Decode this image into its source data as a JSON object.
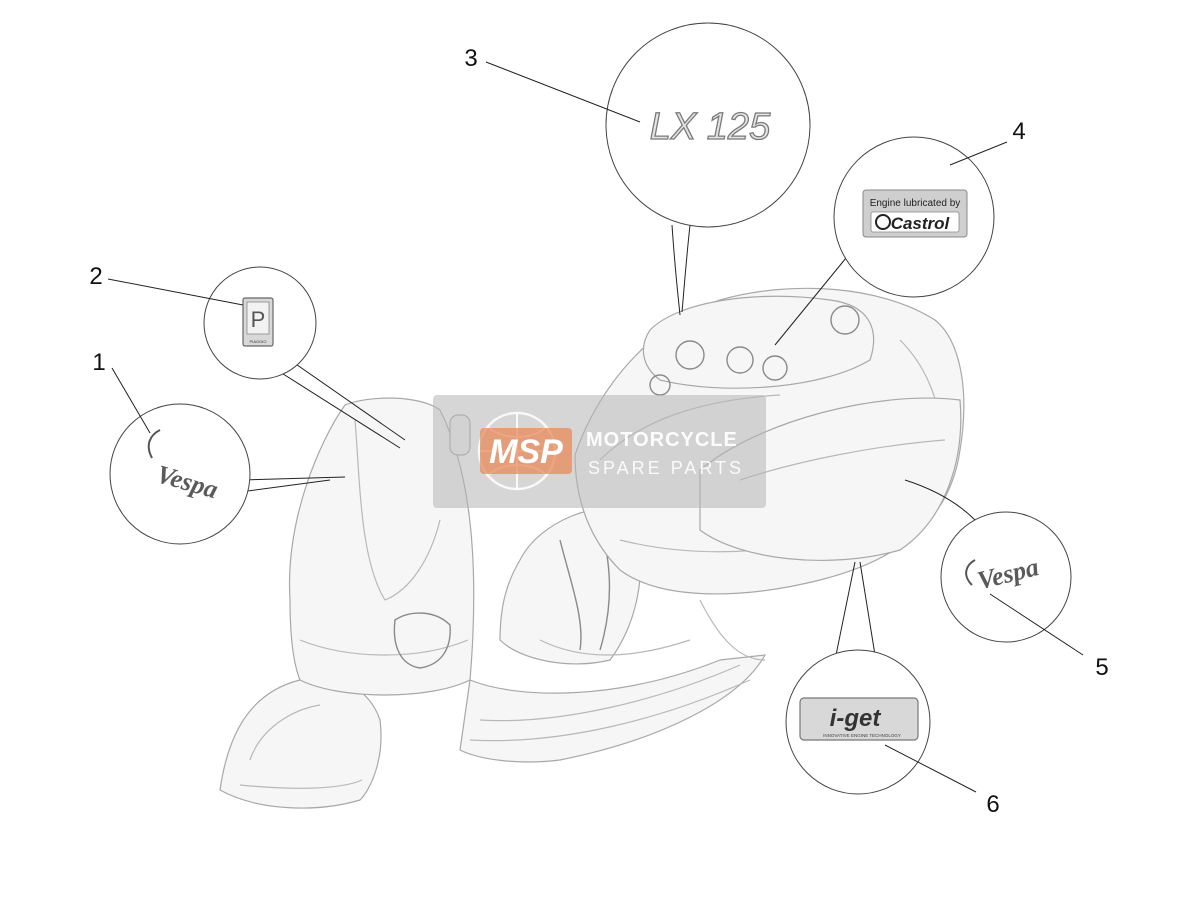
{
  "diagram": {
    "parts": [
      {
        "number": "1"
      },
      {
        "number": "2"
      },
      {
        "number": "3"
      },
      {
        "number": "4"
      },
      {
        "number": "5"
      },
      {
        "number": "6"
      }
    ],
    "decals": {
      "lx_badge": "LX 125",
      "castrol_line1": "Engine lubricated by",
      "castrol_line2": "Castrol",
      "piaggio_mark": "P",
      "piaggio_small": "PIAGGIO",
      "vespa_script": "Vespa",
      "iget_logo": "i-get",
      "iget_sub": "INNOVATIVE ENGINE TECHNOLOGY"
    },
    "watermark": {
      "logo": "MSP",
      "line1": "MOTORCYCLE",
      "line2": "SPARE PARTS"
    },
    "colors": {
      "watermark_bg": "#b5b5b5",
      "watermark_logo": "#e8895a",
      "outline": "#b8b8b8",
      "leader": "#222222"
    }
  }
}
